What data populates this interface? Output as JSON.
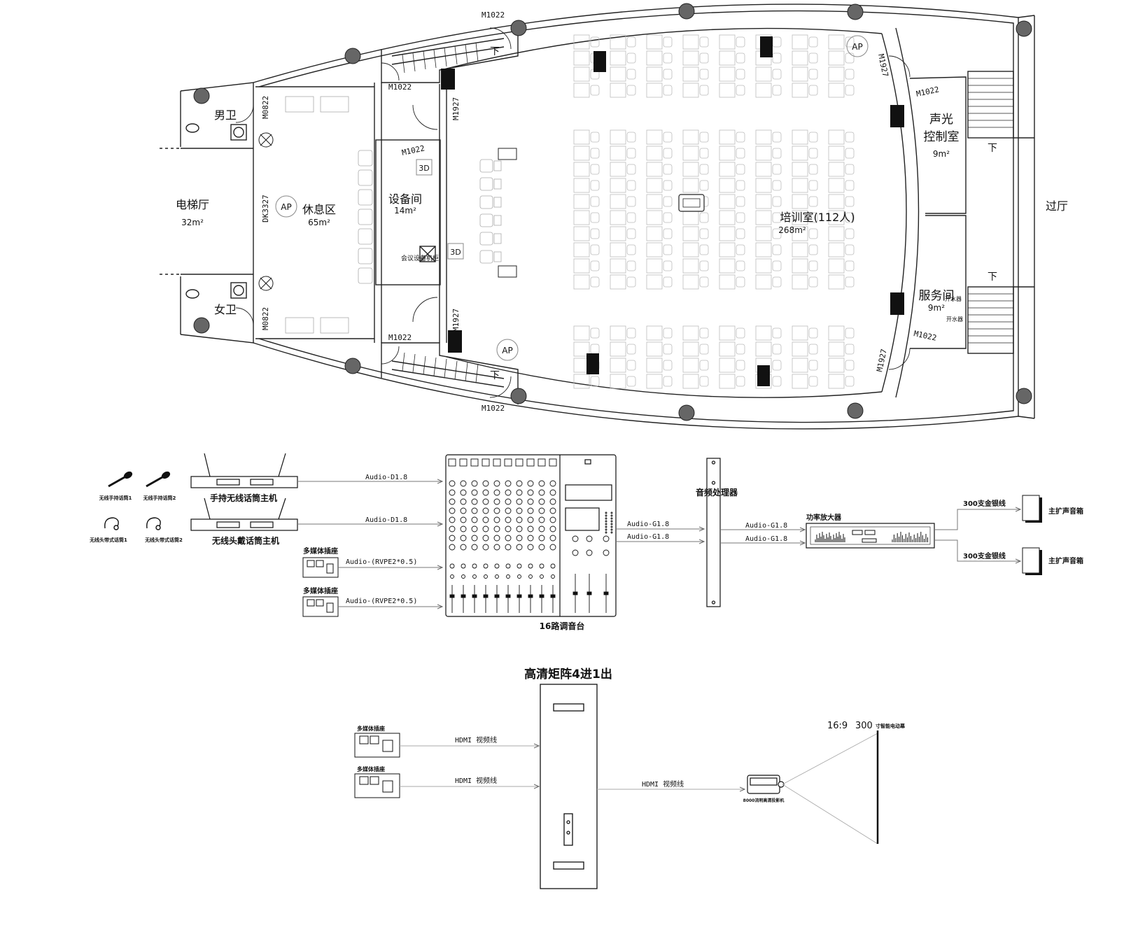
{
  "floor_plan": {
    "rooms": {
      "elevator_hall": {
        "name": "电梯厅",
        "area": "32m²"
      },
      "male_wc": {
        "name": "男卫"
      },
      "female_wc": {
        "name": "女卫"
      },
      "lounge": {
        "name": "休息区",
        "area": "65m²"
      },
      "equipment_room": {
        "name": "设备间",
        "area": "14m²"
      },
      "equipment_rack": {
        "name": "会议设备机柜"
      },
      "training_room": {
        "name": "培训室(112人)",
        "area": "268m²"
      },
      "control_room": {
        "name_line1": "声光",
        "name_line2": "控制室",
        "area": "9m²"
      },
      "service_room": {
        "name": "服务间",
        "area": "9m²",
        "water_1": "开水器",
        "water_2": "开水器"
      },
      "lobby": {
        "name": "过厅"
      }
    },
    "doors": {
      "d_m0822_top": "M0822",
      "d_m0822_bottom": "M0822",
      "d_dk3327": "DK3327",
      "d_m1022_top_stair": "M1022",
      "d_m1022_bottom_stair": "M1022",
      "d_m1022_upper_left": "M1022",
      "d_m1022_lower_left": "M1022",
      "d_m1022_equip": "M1022",
      "d_m1927_left_top": "M1927",
      "d_m1927_left_bottom": "M1927",
      "d_m1927_right_top": "M1927",
      "d_m1927_right_bottom": "M1927",
      "d_m1022_control": "M1022",
      "d_m1022_service": "M1022"
    },
    "down_marks": [
      "下",
      "下",
      "下",
      "下"
    ],
    "ap_marks": [
      "AP",
      "AP",
      "AP"
    ],
    "marks_3d": [
      "3D",
      "3D"
    ]
  },
  "audio_diagram": {
    "mic_handheld_1": "无线手持话筒1",
    "mic_handheld_2": "无线手持话筒2",
    "mic_headset_1": "无线头带式话筒1",
    "mic_headset_2": "无线头带式话筒2",
    "receiver_handheld": "手持无线话筒主机",
    "receiver_headset": "无线头戴话筒主机",
    "socket_1": "多媒体插座",
    "socket_2": "多媒体插座",
    "cable_d18_1": "Audio-D1.8",
    "cable_d18_2": "Audio-D1.8",
    "cable_rvpe_1": "Audio-(RVPE2*0.5)",
    "cable_rvpe_2": "Audio-(RVPE2*0.5)",
    "mixer": "16路调音台",
    "cable_g18_1": "Audio-G1.8",
    "cable_g18_2": "Audio-G1.8",
    "processor": "音频处理器",
    "cable_g18_3": "Audio-G1.8",
    "cable_g18_4": "Audio-G1.8",
    "amplifier": "功率放大器",
    "speaker_wire_1": "300支金银线",
    "speaker_wire_2": "300支金银线",
    "speaker_1": "主扩声音箱",
    "speaker_2": "主扩声音箱"
  },
  "video_diagram": {
    "matrix": "高清矩阵4进1出",
    "socket_1": "多媒体插座",
    "socket_2": "多媒体插座",
    "hdmi_1": "HDMI 视频线",
    "hdmi_2": "HDMI 视频线",
    "hdmi_3": "HDMI 视频线",
    "projector": "8000流明高清投影机",
    "screen_ratio": "16:9",
    "screen_size": "300",
    "screen_desc": "寸智能电动幕"
  }
}
